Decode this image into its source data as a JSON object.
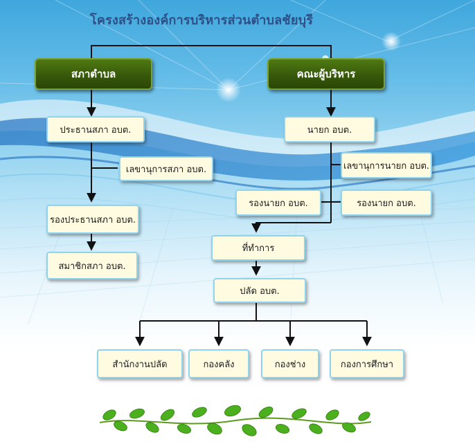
{
  "title": "โครงสร้างองค์การบริหารส่วนตำบลชัยบุรี",
  "nodes": {
    "council": "สภาตำบล",
    "executive": "คณะผู้บริหาร",
    "council_chair": "ประธานสภา อบต.",
    "council_secretary": "เลขานุการสภา อบต.",
    "vice_council_chair": "รองประธานสภา อบต.",
    "council_member": "สมาชิกสภา อบต.",
    "mayor": "นายก อบต.",
    "mayor_secretary": "เลขานุการนายก อบต.",
    "vice_mayor_1": "รองนายก อบต.",
    "vice_mayor_2": "รองนายก อบต.",
    "office": "ที่ทำการ",
    "chief_admin": "ปลัด อบต.",
    "dept_1": "สำนักงานปลัด",
    "dept_2": "กองคลัง",
    "dept_3": "กองช่าง",
    "dept_4": "กองการศึกษา"
  },
  "colors": {
    "title": "#2d4f86",
    "header_box": "#3d6210",
    "box_fill": "#fffbe0",
    "box_border": "#8fd3ec",
    "connector": "#111111"
  }
}
